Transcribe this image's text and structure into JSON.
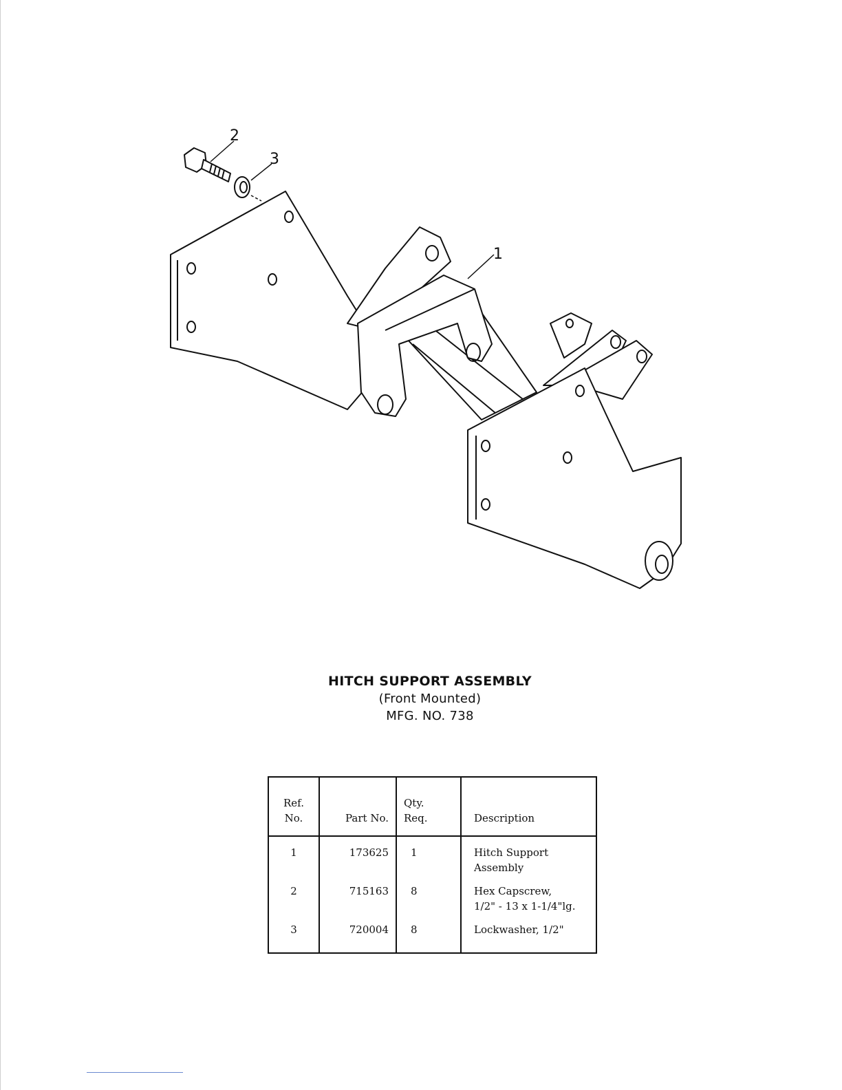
{
  "drawing": {
    "callouts": [
      "1",
      "2",
      "3"
    ]
  },
  "caption": {
    "title": "HITCH SUPPORT ASSEMBLY",
    "subtitle": "(Front Mounted)",
    "mfg": "MFG. NO. 738"
  },
  "parts_table": {
    "headers": {
      "ref": [
        "Ref.",
        "No."
      ],
      "part": "Part No.",
      "qty": [
        "Qty.",
        "Req."
      ],
      "desc": "Description"
    },
    "rows": [
      {
        "ref": "1",
        "part": "173625",
        "qty": "1",
        "desc": [
          "Hitch Support Assembly",
          ""
        ]
      },
      {
        "ref": "2",
        "part": "715163",
        "qty": "8",
        "desc": [
          "Hex Capscrew,",
          "1/2\" - 13 x 1-1/4\"lg."
        ]
      },
      {
        "ref": "3",
        "part": "720004",
        "qty": "8",
        "desc": [
          "Lockwasher, 1/2\"",
          ""
        ]
      }
    ]
  }
}
